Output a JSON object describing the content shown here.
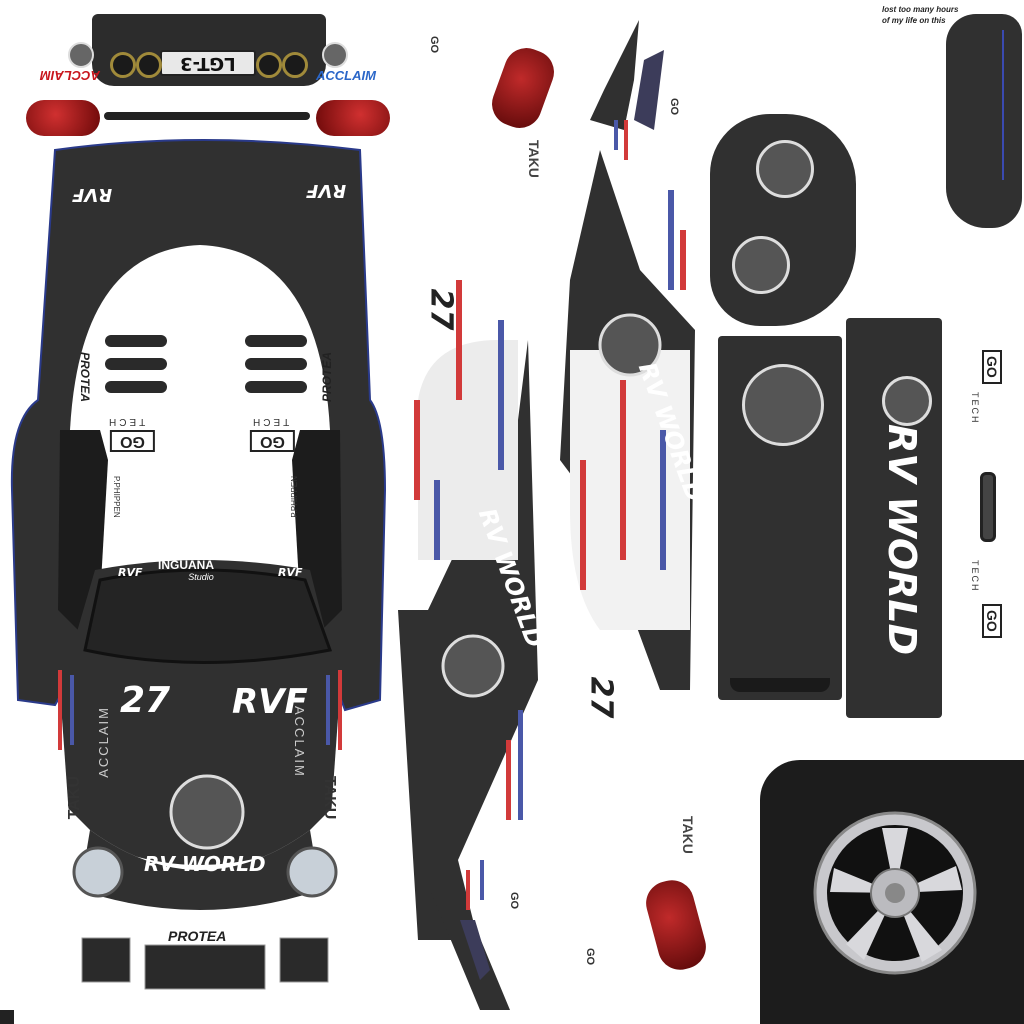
{
  "note": {
    "line1": "lost too many hours",
    "line2": "of my life on this"
  },
  "plate": {
    "text": "LGT-3"
  },
  "brands": {
    "acclaim": "ACCLAIM",
    "protea": "PROTEA",
    "rvf": "RVF",
    "rv_world": "RV WORLD",
    "inguana": "INGUANA",
    "studio": "Studio",
    "tech": "TECH",
    "go": "GO",
    "taku": "TAKU"
  },
  "driver": {
    "name": "P.PHIPPEN"
  },
  "car_number": "27",
  "colors": {
    "body": "#303030",
    "stripe_red": "#d23a3a",
    "stripe_blue": "#4a58a8",
    "light_red": "#8a1010",
    "wheel": "#c8c8cc"
  }
}
